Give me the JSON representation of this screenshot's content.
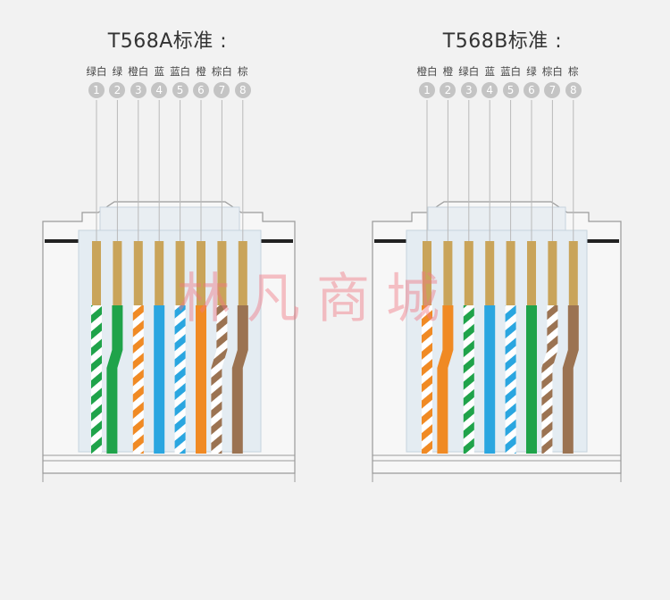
{
  "watermark": "林凡商城",
  "standards": [
    {
      "title": "T568A标准 :",
      "wires": [
        {
          "pin": "1",
          "label": "绿白",
          "color": "#1fa34a",
          "striped": true
        },
        {
          "pin": "2",
          "label": "绿",
          "color": "#1fa34a",
          "striped": false
        },
        {
          "pin": "3",
          "label": "橙白",
          "color": "#f08a24",
          "striped": true
        },
        {
          "pin": "4",
          "label": "蓝",
          "color": "#2aa6e0",
          "striped": false
        },
        {
          "pin": "5",
          "label": "蓝白",
          "color": "#2aa6e0",
          "striped": true
        },
        {
          "pin": "6",
          "label": "橙",
          "color": "#f08a24",
          "striped": false
        },
        {
          "pin": "7",
          "label": "棕白",
          "color": "#9b7352",
          "striped": true
        },
        {
          "pin": "8",
          "label": "棕",
          "color": "#9b7352",
          "striped": false
        }
      ]
    },
    {
      "title": "T568B标准 :",
      "wires": [
        {
          "pin": "1",
          "label": "橙白",
          "color": "#f08a24",
          "striped": true
        },
        {
          "pin": "2",
          "label": "橙",
          "color": "#f08a24",
          "striped": false
        },
        {
          "pin": "3",
          "label": "绿白",
          "color": "#1fa34a",
          "striped": true
        },
        {
          "pin": "4",
          "label": "蓝",
          "color": "#2aa6e0",
          "striped": false
        },
        {
          "pin": "5",
          "label": "蓝白",
          "color": "#2aa6e0",
          "striped": true
        },
        {
          "pin": "6",
          "label": "绿",
          "color": "#1fa34a",
          "striped": false
        },
        {
          "pin": "7",
          "label": "棕白",
          "color": "#9b7352",
          "striped": true
        },
        {
          "pin": "8",
          "label": "棕",
          "color": "#9b7352",
          "striped": false
        }
      ]
    }
  ]
}
